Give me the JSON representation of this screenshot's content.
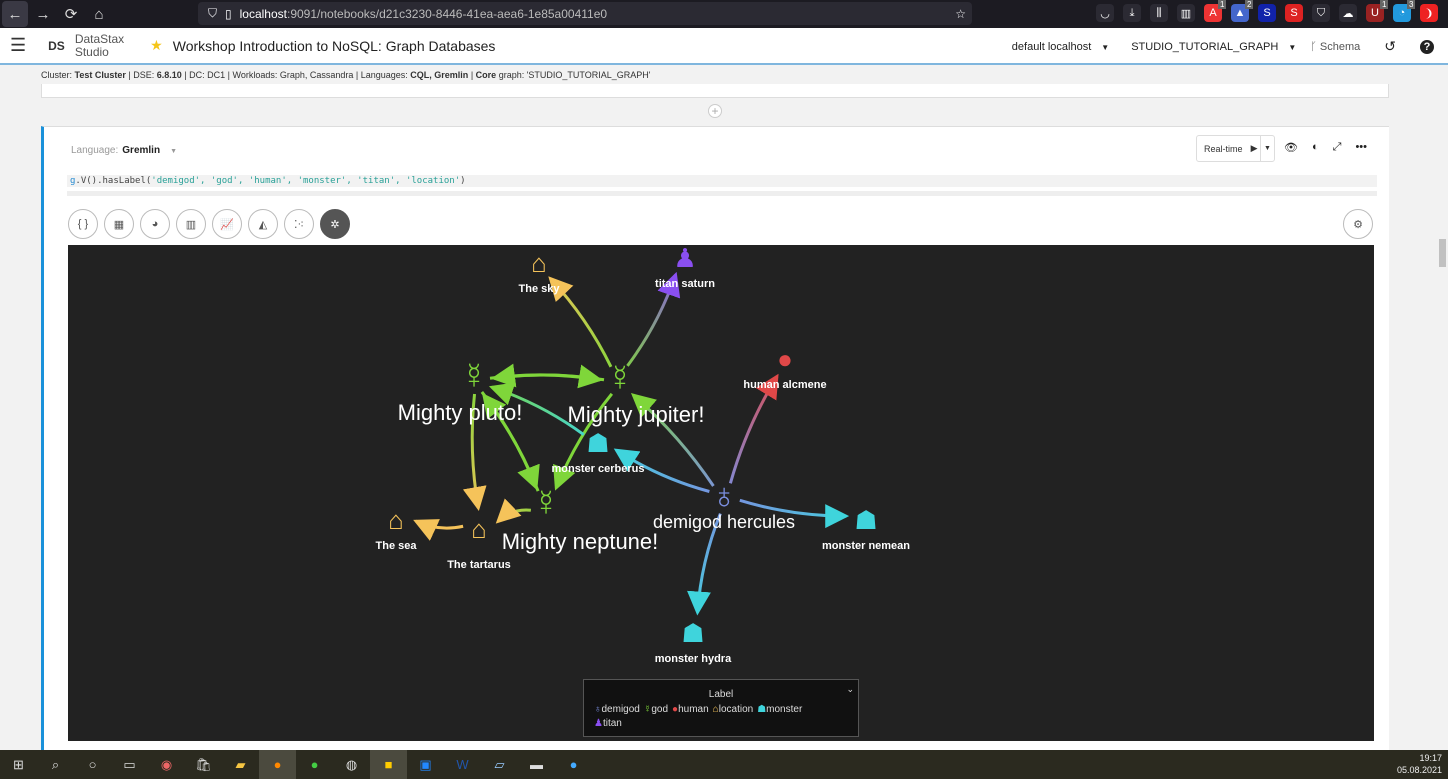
{
  "browser": {
    "url_host": "localhost",
    "url_path": ":9091/notebooks/d21c3230-8446-41ea-aea6-1e85a00411e0",
    "extensions": [
      {
        "name": "pocket",
        "badge": ""
      },
      {
        "name": "downloads",
        "badge": ""
      },
      {
        "name": "library",
        "badge": ""
      },
      {
        "name": "sidebar",
        "badge": ""
      },
      {
        "name": "adblock",
        "badge": "1"
      },
      {
        "name": "ext-2",
        "badge": "2"
      },
      {
        "name": "s-blue",
        "badge": ""
      },
      {
        "name": "s-red",
        "badge": ""
      },
      {
        "name": "shield",
        "badge": ""
      },
      {
        "name": "ext-cat",
        "badge": ""
      },
      {
        "name": "ublock",
        "badge": "1"
      },
      {
        "name": "ext-3",
        "badge": "3"
      },
      {
        "name": "ext-red",
        "badge": ""
      }
    ]
  },
  "app": {
    "logo": "DS",
    "brand_line1": "DataStax",
    "brand_line2": "Studio",
    "notebook_title": "Workshop Introduction to NoSQL: Graph Databases",
    "connection": "default localhost",
    "graph": "STUDIO_TUTORIAL_GRAPH",
    "schema": "Schema"
  },
  "info": {
    "cluster_label": "Cluster:",
    "cluster": "Test Cluster",
    "dse_label": "DSE:",
    "dse": "6.8.10",
    "dc": "DC: DC1",
    "workloads": "Workloads: Graph, Cassandra",
    "languages_label": "Languages:",
    "languages": "CQL, Gremlin",
    "core_label": "Core",
    "core": "graph: 'STUDIO_TUTORIAL_GRAPH'"
  },
  "cell": {
    "language_label": "Language:",
    "language": "Gremlin",
    "code_prefix": "g",
    "code_mid": ".V().hasLabel(",
    "code_args": "'demigod', 'god', 'human', 'monster', 'titan', 'location'",
    "code_end": ")",
    "run_mode": "Real-time",
    "view_tools": [
      "json",
      "table",
      "pie",
      "bar",
      "line",
      "area",
      "scatter",
      "graph"
    ],
    "active_view": "graph"
  },
  "graph": {
    "nodes": [
      {
        "id": "sky",
        "label": "The sky",
        "type": "location"
      },
      {
        "id": "saturn",
        "label": "titan saturn",
        "type": "titan"
      },
      {
        "id": "alcmene",
        "label": "human alcmene",
        "type": "human"
      },
      {
        "id": "pluto",
        "label": "Mighty pluto!",
        "type": "god"
      },
      {
        "id": "jupiter",
        "label": "Mighty jupiter!",
        "type": "god"
      },
      {
        "id": "cerberus",
        "label": "monster cerberus",
        "type": "monster"
      },
      {
        "id": "hercules",
        "label": "demigod hercules",
        "type": "demigod"
      },
      {
        "id": "nemean",
        "label": "monster nemean",
        "type": "monster"
      },
      {
        "id": "sea",
        "label": "The sea",
        "type": "location"
      },
      {
        "id": "tartarus",
        "label": "The tartarus",
        "type": "location"
      },
      {
        "id": "neptune",
        "label": "Mighty neptune!",
        "type": "god"
      },
      {
        "id": "hydra",
        "label": "monster hydra",
        "type": "monster"
      }
    ],
    "edges": [
      [
        "jupiter",
        "sky"
      ],
      [
        "jupiter",
        "saturn"
      ],
      [
        "pluto",
        "jupiter"
      ],
      [
        "jupiter",
        "pluto"
      ],
      [
        "pluto",
        "neptune"
      ],
      [
        "neptune",
        "pluto"
      ],
      [
        "jupiter",
        "neptune"
      ],
      [
        "pluto",
        "tartarus"
      ],
      [
        "neptune",
        "tartarus"
      ],
      [
        "tartarus",
        "sea"
      ],
      [
        "cerberus",
        "pluto"
      ],
      [
        "hercules",
        "jupiter"
      ],
      [
        "hercules",
        "alcmene"
      ],
      [
        "hercules",
        "cerberus"
      ],
      [
        "hercules",
        "nemean"
      ],
      [
        "hercules",
        "hydra"
      ]
    ],
    "colors": {
      "demigod": "#7b8fe0",
      "god": "#7fd63a",
      "human": "#e04848",
      "location": "#f5c35a",
      "monster": "#3fd4dc",
      "titan": "#8a4ff0"
    }
  },
  "legend": {
    "title": "Label",
    "items": [
      {
        "type": "demigod",
        "label": "demigod"
      },
      {
        "type": "god",
        "label": "god"
      },
      {
        "type": "human",
        "label": "human"
      },
      {
        "type": "location",
        "label": "location"
      },
      {
        "type": "monster",
        "label": "monster"
      },
      {
        "type": "titan",
        "label": "titan"
      }
    ]
  },
  "taskbar": {
    "time": "19:17",
    "date": "05.08.2021"
  }
}
